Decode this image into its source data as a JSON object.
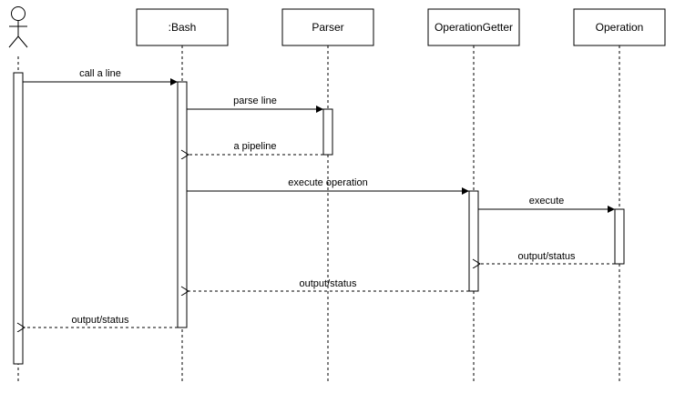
{
  "participants": {
    "user": "",
    "bash": ":Bash",
    "parser": "Parser",
    "getter": "OperationGetter",
    "operation": "Operation"
  },
  "messages": {
    "call_line": "call a line",
    "parse_line": "parse line",
    "a_pipeline": "a pipeline",
    "execute_operation": "execute operation",
    "execute": "execute",
    "output_status_op": "output/status",
    "output_status_getter": "output/status",
    "output_status_bash": "output/status"
  }
}
